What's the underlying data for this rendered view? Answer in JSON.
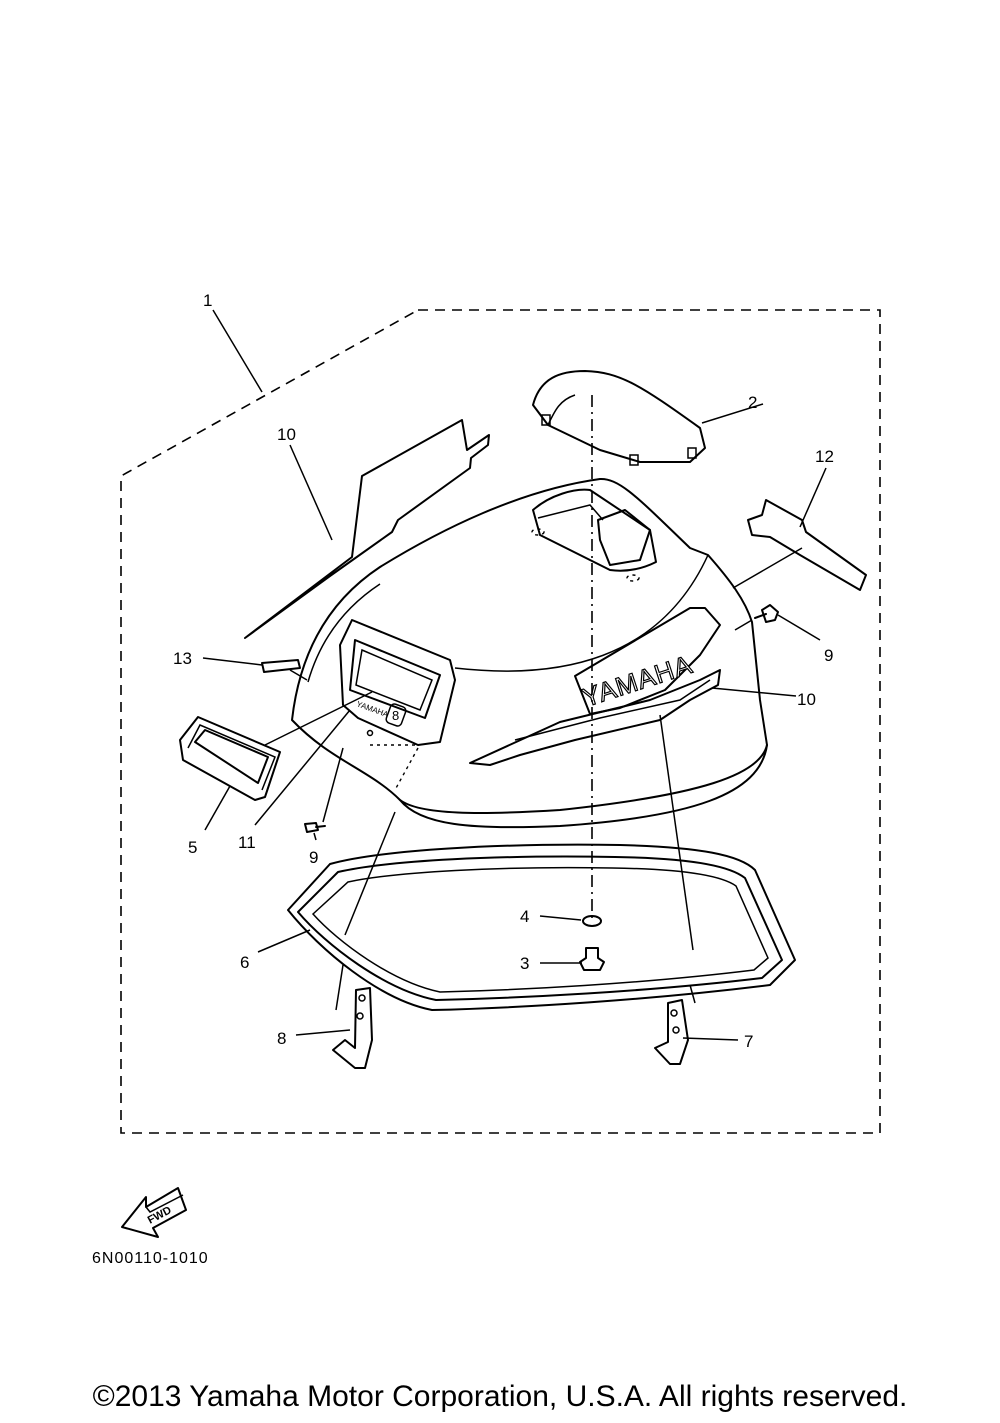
{
  "diagram": {
    "callouts": [
      "1",
      "2",
      "3",
      "4",
      "5",
      "6",
      "7",
      "8",
      "9",
      "9",
      "10",
      "10",
      "11",
      "12",
      "13"
    ],
    "decal_text": "YAMAHA",
    "badge_text": "YAMAHA",
    "badge_number": "8",
    "fwd_label": "FWD"
  },
  "footer": {
    "diagram_code": "6N00110-1010",
    "copyright": "©2013 Yamaha Motor Corporation, U.S.A. All rights reserved."
  }
}
